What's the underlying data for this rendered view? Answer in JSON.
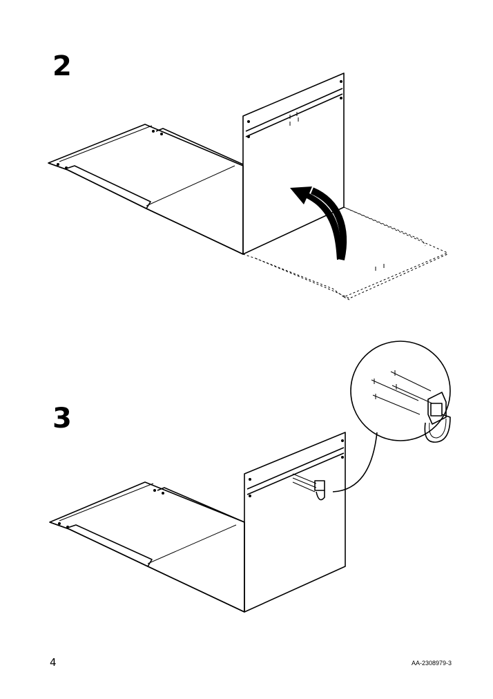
{
  "steps": [
    {
      "number": "2"
    },
    {
      "number": "3"
    }
  ],
  "footer": {
    "page_number": "4",
    "doc_code": "AA-2308979-3"
  }
}
